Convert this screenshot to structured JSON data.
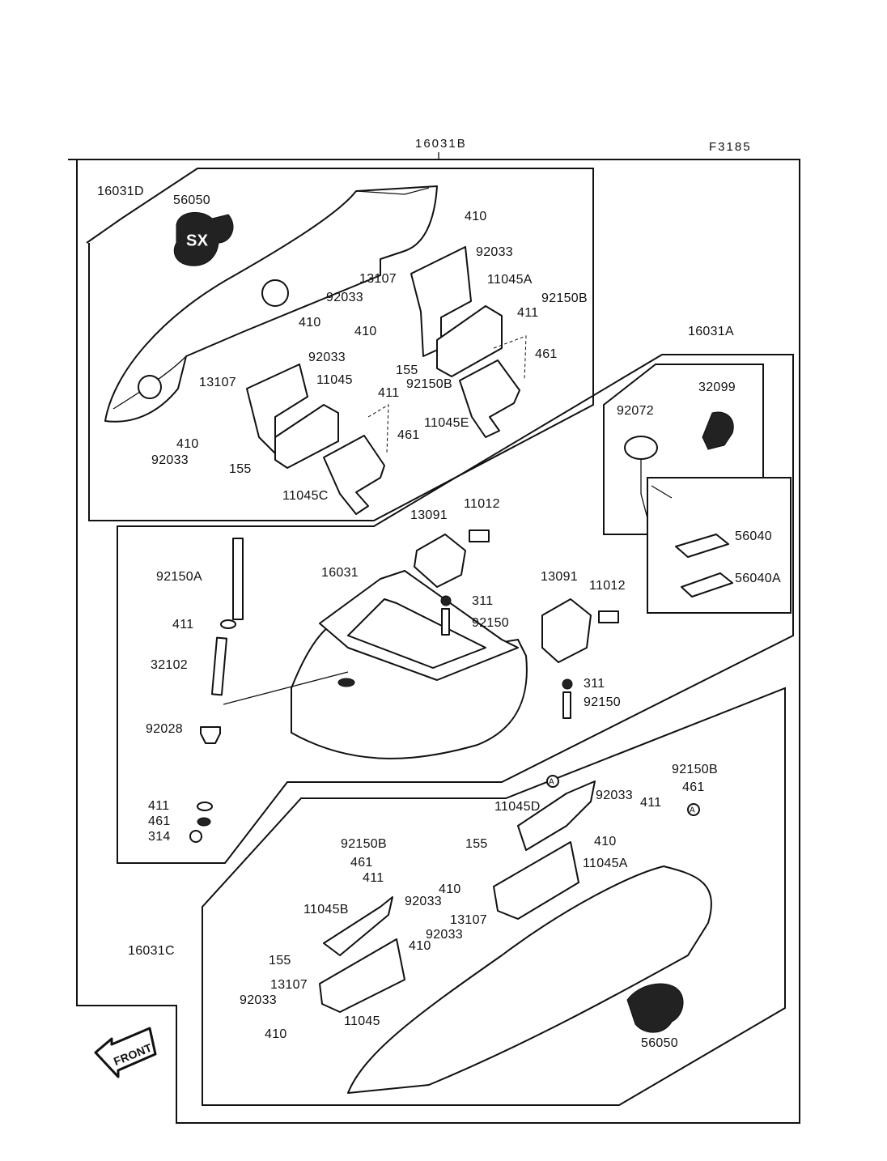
{
  "header": {
    "assembly_label": "16031B",
    "figure_code": "F3185"
  },
  "labels": [
    "16031D",
    "56050",
    "410",
    "92033",
    "13107",
    "11045A",
    "92033",
    "92150B",
    "411",
    "410",
    "410",
    "92033",
    "461",
    "155",
    "13107",
    "11045",
    "92150B",
    "411",
    "11045E",
    "461",
    "410",
    "92033",
    "155",
    "11045C",
    "16031A",
    "32099",
    "92072",
    "13091",
    "11012",
    "56040",
    "56040A",
    "92150A",
    "16031",
    "13091",
    "11012",
    "311",
    "411",
    "92150",
    "32102",
    "311",
    "92150",
    "92028",
    "92150B",
    "461",
    "411",
    "11045D",
    "92033",
    "411",
    "461",
    "314",
    "410",
    "92150B",
    "155",
    "461",
    "11045A",
    "411",
    "410",
    "92033",
    "11045B",
    "13107",
    "92033",
    "410",
    "16031C",
    "155",
    "13107",
    "92033",
    "11045",
    "410",
    "56050"
  ],
  "reference_marks": [
    "A",
    "A"
  ],
  "front_indicator": "FRONT",
  "logo_text": "SX"
}
